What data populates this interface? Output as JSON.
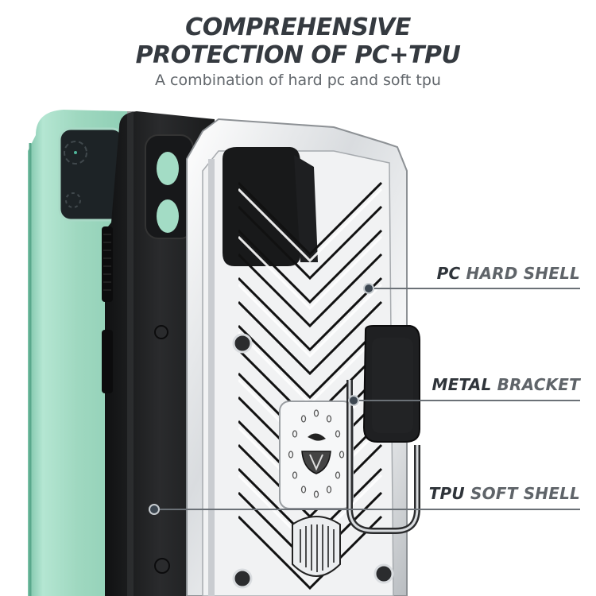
{
  "header": {
    "title_line1": "COMPREHENSIVE",
    "title_line2": "PROTECTION OF PC+TPU",
    "subtitle": "A combination of hard pc and soft tpu"
  },
  "callouts": [
    {
      "part1": "PC",
      "part2": "HARD SHELL"
    },
    {
      "part1": "METAL",
      "part2": "BRACKET"
    },
    {
      "part1": "TPU",
      "part2": "SOFT SHELL"
    }
  ],
  "colors": {
    "title": "#353a40",
    "subtitle": "#62676c",
    "phone_mint": "#9fd8c0",
    "tpu_black": "#1e1f21",
    "pc_silver": "#e8eaec",
    "leader_line": "#6b7177"
  }
}
